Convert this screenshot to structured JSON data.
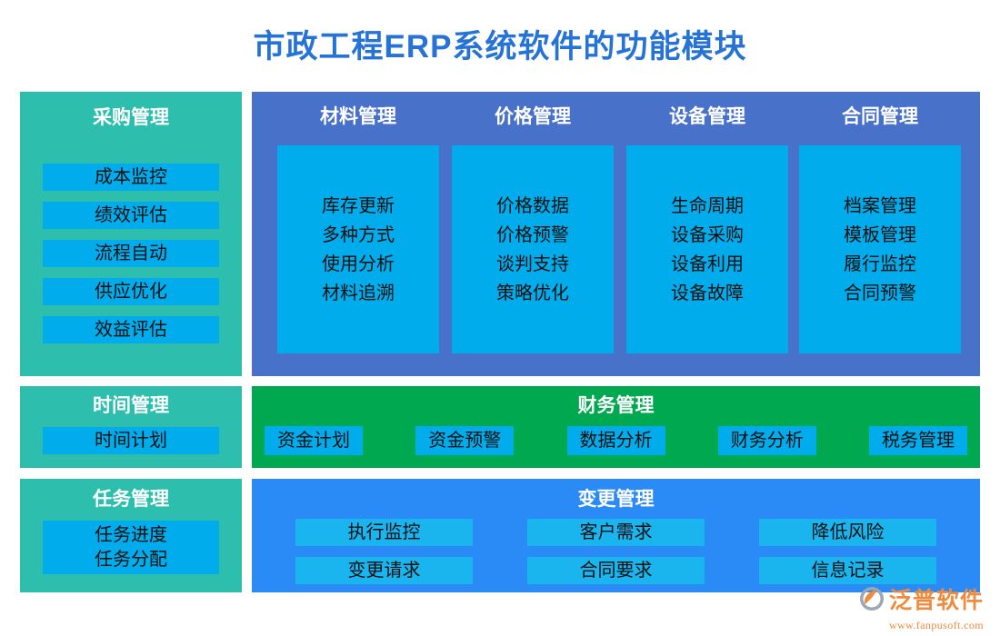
{
  "page": {
    "title": "市政工程ERP系统软件的功能模块",
    "title_color": "#2573d6",
    "background": "#ffffff"
  },
  "colors": {
    "teal": "#2ebeae",
    "indigo": "#4871ca",
    "green": "#00a84f",
    "bright_blue": "#2a8af6",
    "chip_blue": "#00aceb",
    "chip_soft_blue": "#1ab4ef",
    "logo_orange": "#f08a3c"
  },
  "purchase": {
    "title": "采购管理",
    "items": [
      {
        "label": "成本监控"
      },
      {
        "label": "绩效评估"
      },
      {
        "label": "流程自动"
      },
      {
        "label": "供应优化"
      },
      {
        "label": "效益评估"
      }
    ]
  },
  "core": {
    "columns": [
      {
        "title": "材料管理",
        "items": [
          "库存更新",
          "多种方式",
          "使用分析",
          "材料追溯"
        ]
      },
      {
        "title": "价格管理",
        "items": [
          "价格数据",
          "价格预警",
          "谈判支持",
          "策略优化"
        ]
      },
      {
        "title": "设备管理",
        "items": [
          "生命周期",
          "设备采购",
          "设备利用",
          "设备故障"
        ]
      },
      {
        "title": "合同管理",
        "items": [
          "档案管理",
          "模板管理",
          "履行监控",
          "合同预警"
        ]
      }
    ]
  },
  "time": {
    "title": "时间管理",
    "items": [
      {
        "label": "时间计划"
      }
    ]
  },
  "finance": {
    "title": "财务管理",
    "items": [
      {
        "label": "资金计划"
      },
      {
        "label": "资金预警"
      },
      {
        "label": "数据分析"
      },
      {
        "label": "财务分析"
      },
      {
        "label": "税务管理"
      }
    ]
  },
  "task": {
    "title": "任务管理",
    "items": [
      {
        "line1": "任务进度",
        "line2": "任务分配"
      }
    ]
  },
  "change": {
    "title": "变更管理",
    "items": [
      {
        "label": "执行监控"
      },
      {
        "label": "客户需求"
      },
      {
        "label": "降低风险"
      },
      {
        "label": "变更请求"
      },
      {
        "label": "合同要求"
      },
      {
        "label": "信息记录"
      }
    ]
  },
  "logo": {
    "name": "泛普软件",
    "url": "www.fanpusoft.com"
  }
}
